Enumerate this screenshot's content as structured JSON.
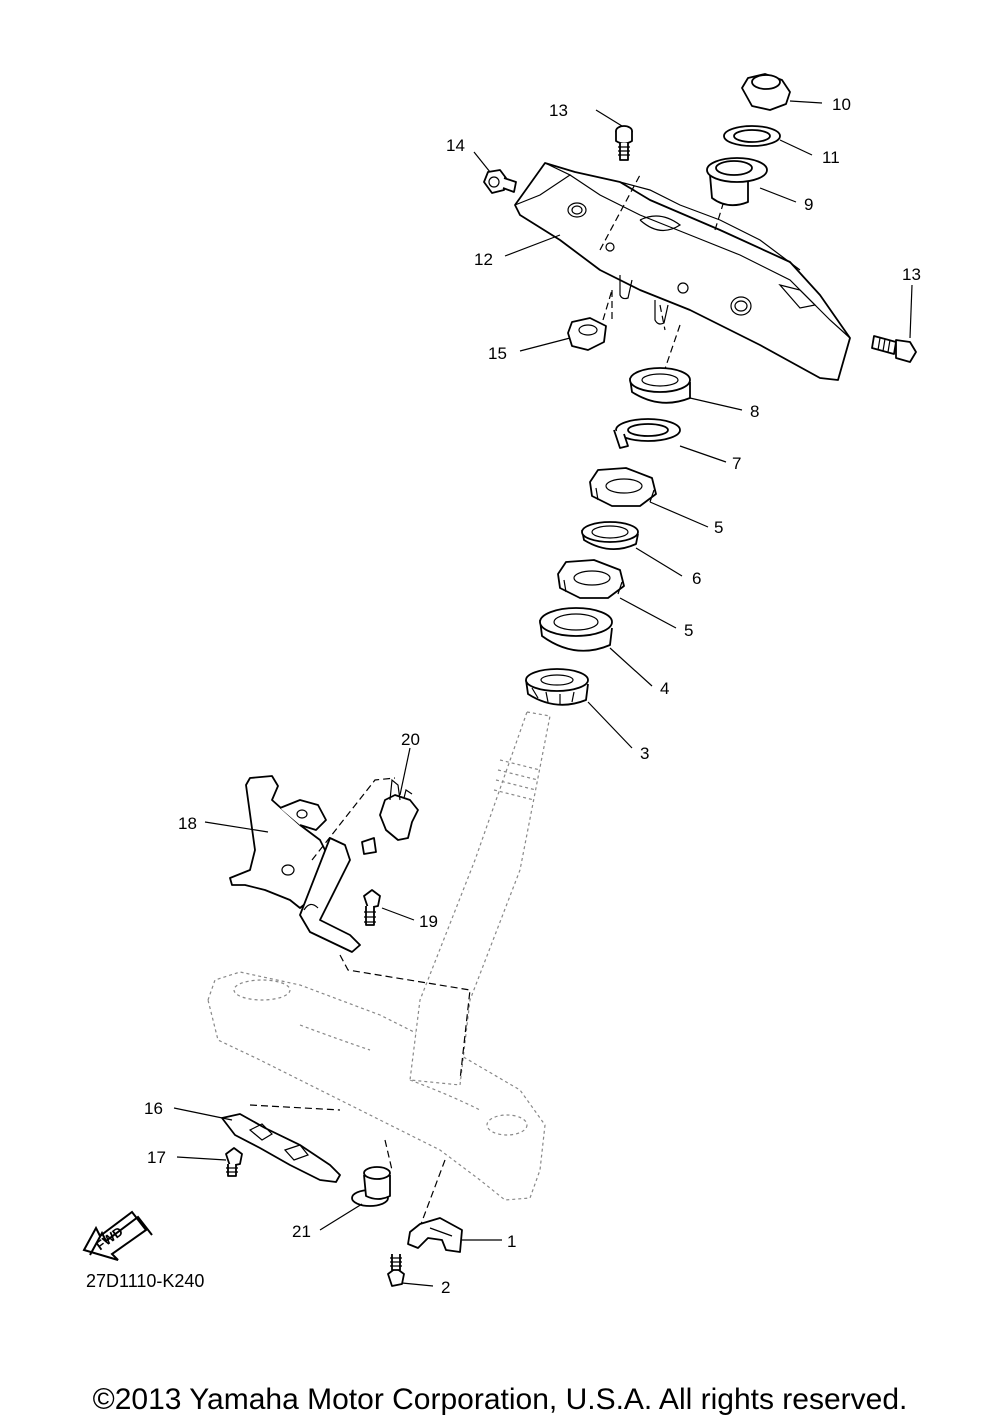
{
  "callouts": [
    "1",
    "2",
    "3",
    "4",
    "5",
    "5",
    "6",
    "7",
    "8",
    "9",
    "10",
    "11",
    "12",
    "13",
    "13",
    "14",
    "15",
    "16",
    "17",
    "18",
    "19",
    "20",
    "21"
  ],
  "fwd_label": "FWD",
  "diagram_code": "27D1110-K240",
  "copyright": "©2013 Yamaha Motor Corporation, U.S.A. All rights reserved."
}
